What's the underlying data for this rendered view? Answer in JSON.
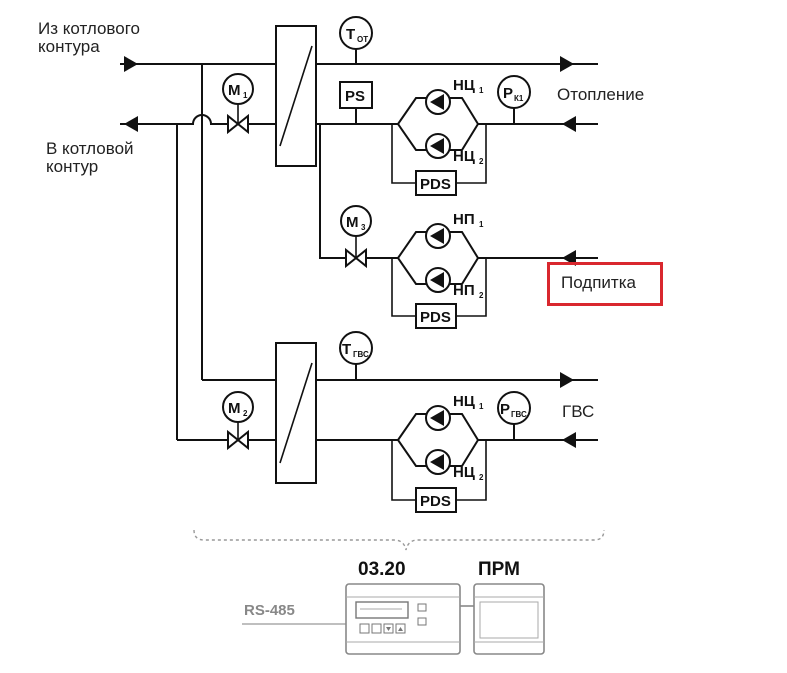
{
  "labels": {
    "from_boiler_line1": "Из котлового",
    "from_boiler_line2": "контура",
    "to_boiler_line1": "В котловой",
    "to_boiler_line2": "контур",
    "heating": "Отопление",
    "makeup": "Подпитка",
    "dhw": "ГВС"
  },
  "components": {
    "t_ot_main": "T",
    "t_ot_sub": "ОТ",
    "ps": "PS",
    "m1_main": "M",
    "m1_sub": "1",
    "m2_main": "M",
    "m2_sub": "2",
    "m3_main": "M",
    "m3_sub": "3",
    "nc_main": "НЦ",
    "nc1_sub": "1",
    "nc2_sub": "2",
    "np_main": "НП",
    "np1_sub": "1",
    "np2_sub": "2",
    "pk1_main": "P",
    "pk1_sub": "К1",
    "t_gvs_main": "T",
    "t_gvs_sub": "ГВС",
    "p_gvs_main": "P",
    "p_gvs_sub": "ГВС",
    "pds": "PDS"
  },
  "controller": {
    "model": "03.20",
    "module": "ПРМ",
    "interface": "RS-485"
  },
  "colors": {
    "line": "#111111",
    "highlight": "#d9272e",
    "device": "#888888"
  }
}
